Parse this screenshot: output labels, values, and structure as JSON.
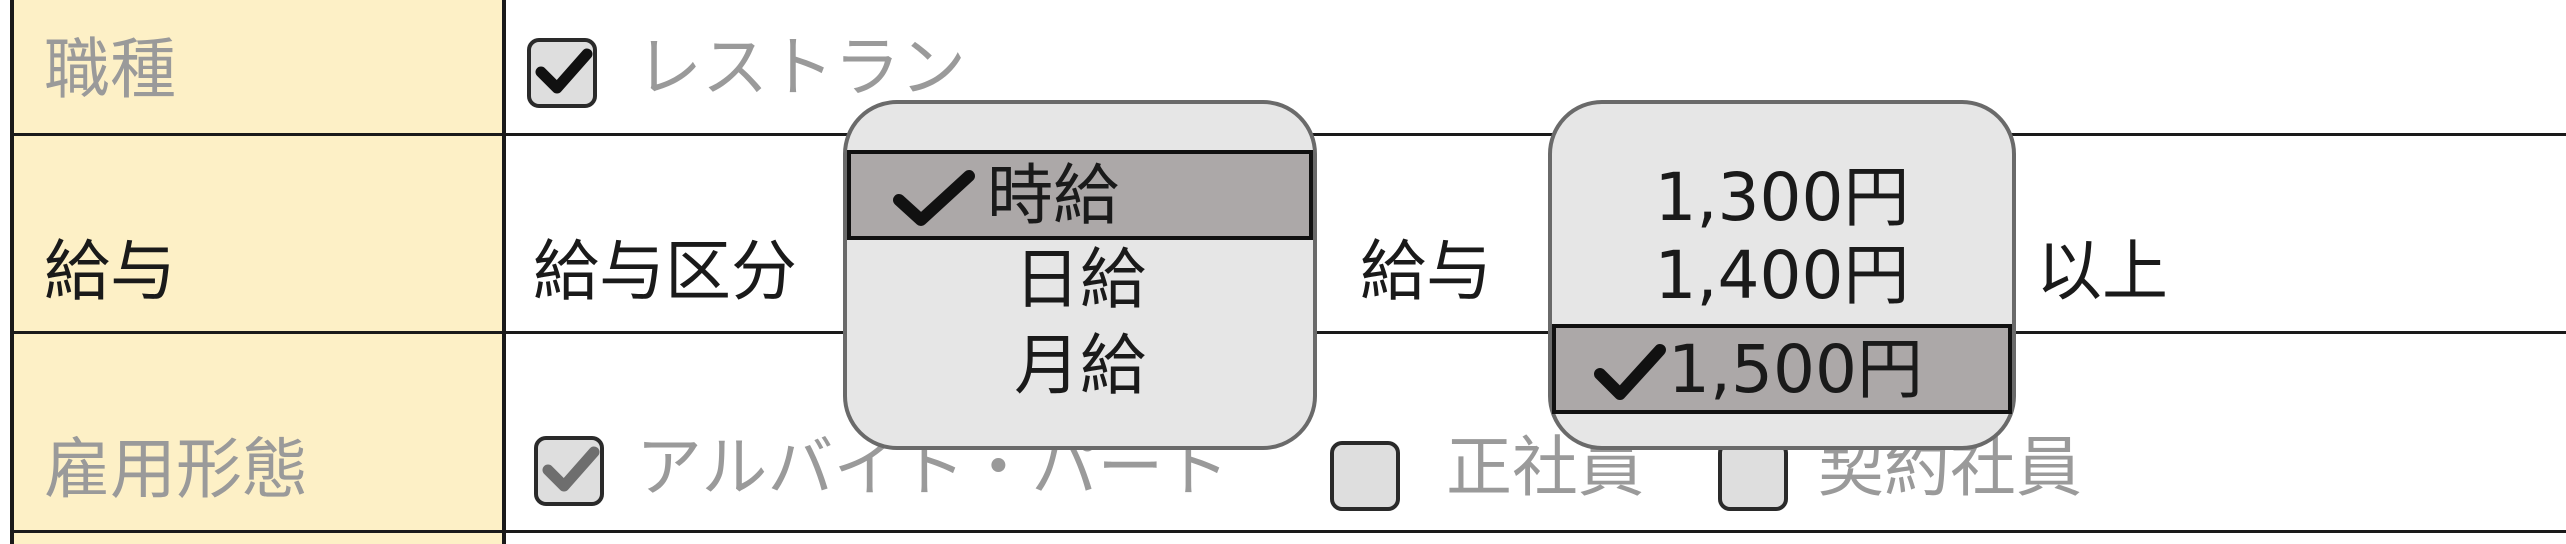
{
  "rows": {
    "occupation": {
      "label": "職種",
      "checkbox": {
        "label": "レストラン",
        "checked": true
      }
    },
    "salary": {
      "label": "給与",
      "type_label": "給与区分",
      "amount_label": "給与",
      "suffix": "以上",
      "type_options": [
        {
          "label": "時給",
          "selected": true
        },
        {
          "label": "日給",
          "selected": false
        },
        {
          "label": "月給",
          "selected": false
        }
      ],
      "amount_options": [
        {
          "label": "1,300円",
          "selected": false
        },
        {
          "label": "1,400円",
          "selected": false
        },
        {
          "label": "1,500円",
          "selected": true
        }
      ]
    },
    "employment": {
      "label": "雇用形態",
      "options": [
        {
          "label": "アルバイト・パート",
          "checked": true
        },
        {
          "label": "正社員",
          "checked": false
        },
        {
          "label": "契約社員",
          "checked": false
        }
      ]
    }
  },
  "colors": {
    "label_bg": "#fdf0c6",
    "muted_text": "#9a9a9a",
    "popup_bg": "#e6e6e6",
    "selected_bg": "#aca8a8"
  },
  "icons": {
    "check": "check-icon"
  }
}
